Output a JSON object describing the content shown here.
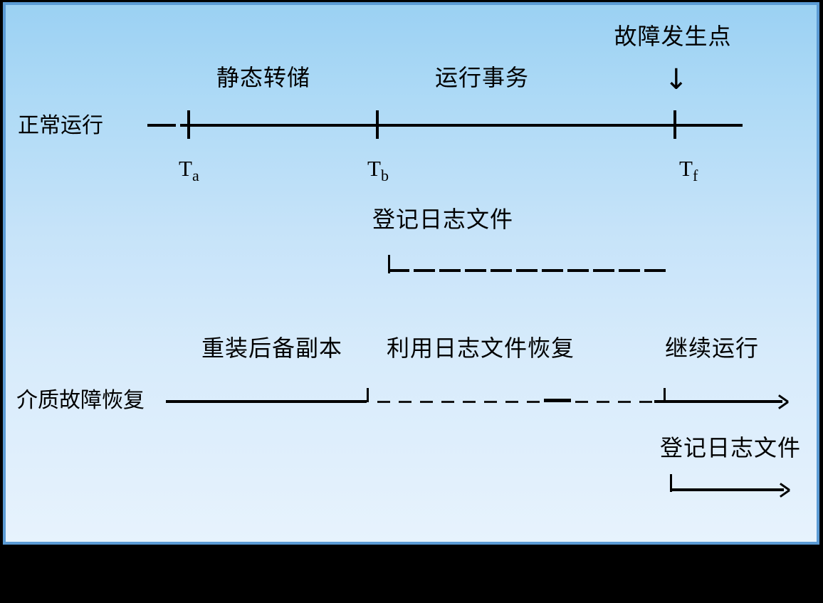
{
  "slide": {
    "border_color": "#5b9bd5",
    "frame_color": "#000000",
    "background_top": "#9bd1f3",
    "background_bottom": "#e7f3fd",
    "line_color": "#000000"
  },
  "top_timeline": {
    "row_label": "正常运行",
    "segment_labels": [
      "静态转储",
      "运行事务"
    ],
    "failure_label": "故障发生点",
    "failure_arrow": "↓",
    "ticks": [
      {
        "base": "T",
        "sub": "a"
      },
      {
        "base": "T",
        "sub": "b"
      },
      {
        "base": "T",
        "sub": "f"
      }
    ],
    "log_label": "登记日志文件"
  },
  "bottom_timeline": {
    "row_label": "介质故障恢复",
    "phase_labels": [
      "重装后备副本",
      "利用日志文件恢复",
      "继续运行"
    ],
    "log_label": "登记日志文件"
  }
}
